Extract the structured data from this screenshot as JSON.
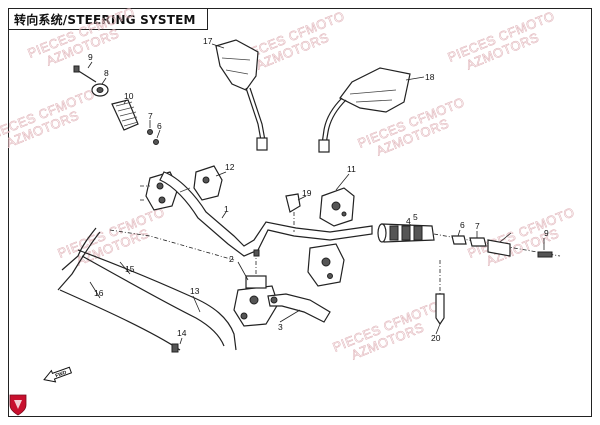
{
  "title": "转向系统/STEERING SYSTEM",
  "watermarks": [
    {
      "line1": "PIECES CFMOTO",
      "line2": "AZMOTORS"
    },
    {
      "line1": "PIECES CFMOTO",
      "line2": "AZMOTORS"
    },
    {
      "line1": "PIECES CFMOTO",
      "line2": "AZMOTORS"
    },
    {
      "line1": "PIECES CFMOTO",
      "line2": "AZMOTORS"
    },
    {
      "line1": "PIECES CFMOTO",
      "line2": "AZMOTORS"
    },
    {
      "line1": "PIECES CFMOTO",
      "line2": "AZMOTORS"
    },
    {
      "line1": "PIECES CFMOTO",
      "line2": "AZMOTORS"
    },
    {
      "line1": "PIECES CFMOTO",
      "line2": "AZMOTORS"
    }
  ],
  "callouts": [
    "1",
    "2",
    "3",
    "4",
    "5",
    "6",
    "6",
    "7",
    "7",
    "8",
    "9",
    "9",
    "10",
    "11",
    "12",
    "13",
    "14",
    "15",
    "16",
    "17",
    "18",
    "19",
    "20"
  ],
  "fwd_label": "FWD",
  "colors": {
    "line": "#222222",
    "watermark": "#e2b8bd",
    "logo": "#c8102e"
  },
  "icons": {
    "logo": "shield-logo-icon",
    "fwd": "fwd-arrow-icon"
  }
}
